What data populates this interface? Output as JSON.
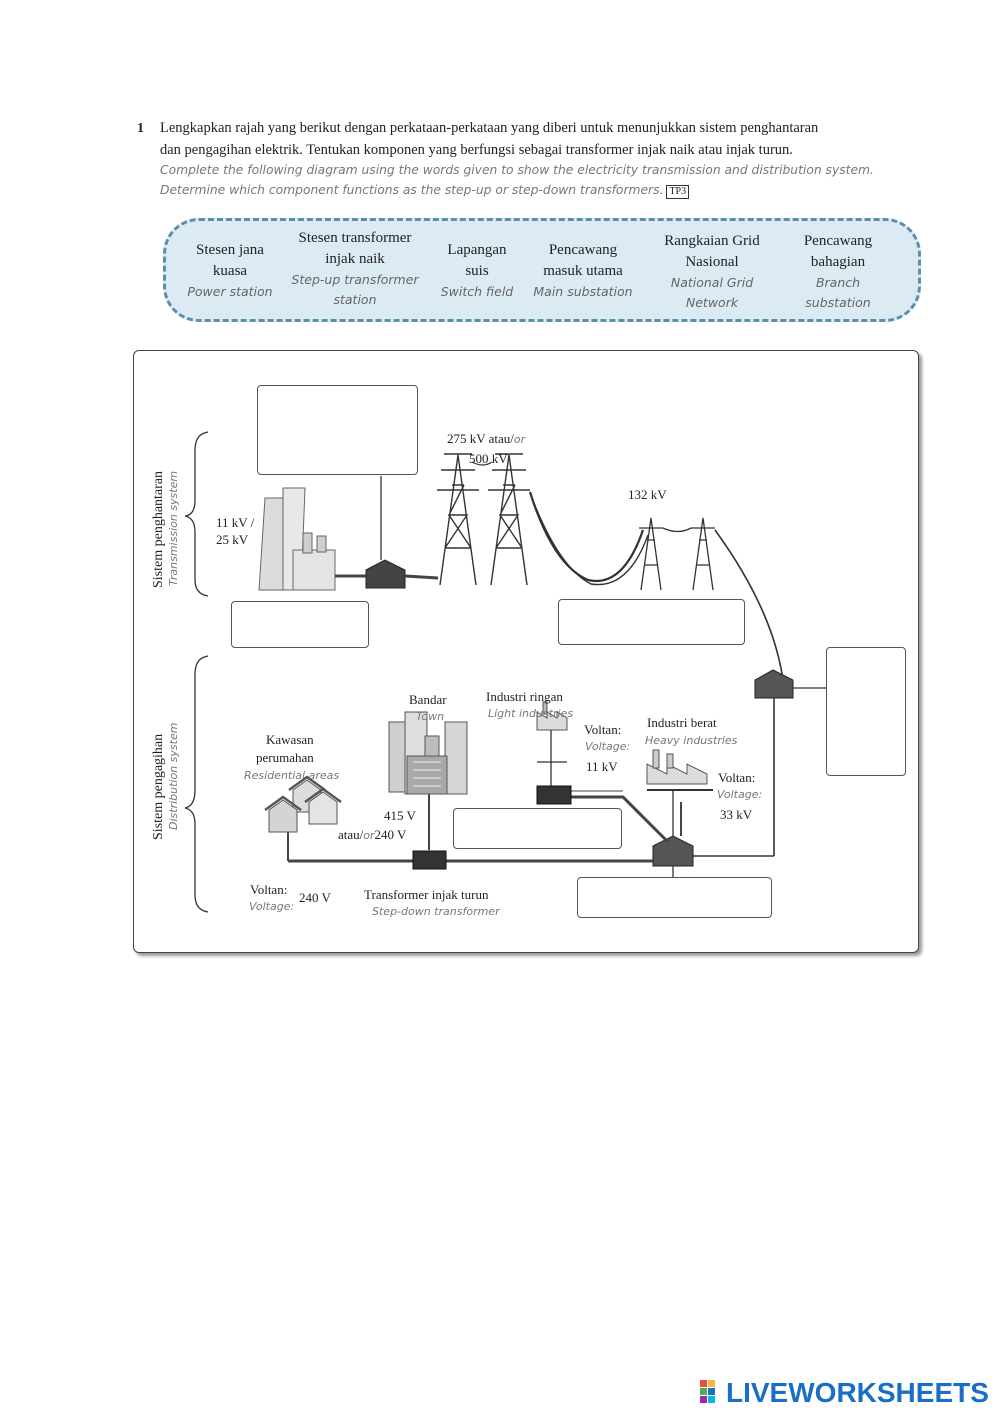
{
  "question": {
    "number": "1",
    "ms_line1": "Lengkapkan rajah yang berikut dengan perkataan-perkataan yang diberi untuk menunjukkan sistem penghantaran",
    "ms_line2": "dan pengagihan elektrik. Tentukan komponen yang berfungsi sebagai transformer injak naik atau injak turun.",
    "en_line1": "Complete the following diagram using the words given to show the electricity transmission and distribution system.",
    "en_line2": "Determine which component functions as the step-up or step-down transformers.",
    "tag": "TP3"
  },
  "word_bank": [
    {
      "ms1": "Stesen jana",
      "ms2": "kuasa",
      "en1": "Power station",
      "en2": ""
    },
    {
      "ms1": "Stesen transformer",
      "ms2": "injak naik",
      "en1": "Step-up transformer",
      "en2": "station"
    },
    {
      "ms1": "Lapangan",
      "ms2": "suis",
      "en1": "Switch field",
      "en2": ""
    },
    {
      "ms1": "Pencawang",
      "ms2": "masuk utama",
      "en1": "Main substation",
      "en2": ""
    },
    {
      "ms1": "Rangkaian Grid",
      "ms2": "Nasional",
      "en1": "National Grid",
      "en2": "Network"
    },
    {
      "ms1": "Pencawang",
      "ms2": "bahagian",
      "en1": "Branch",
      "en2": "substation"
    }
  ],
  "diagram": {
    "transmission_ms": "Sistem penghantaran",
    "transmission_en": "Transmission system",
    "distribution_ms": "Sistem pengagihan",
    "distribution_en": "Distribution system",
    "v_11_25_a": "11 kV /",
    "v_11_25_b": "25 kV",
    "v_275_a": "275 kV atau/",
    "v_275_or": "or",
    "v_275_b": "500 kV",
    "v_132": "132 kV",
    "town_ms": "Bandar",
    "town_en": "Town",
    "light_ms": "Industri ringan",
    "light_en": "Light industries",
    "heavy_ms": "Industri berat",
    "heavy_en": "Heavy industries",
    "res_ms1": "Kawasan",
    "res_ms2": "perumahan",
    "res_en": "Residential areas",
    "voltan": "Voltan:",
    "voltage": "Voltage:",
    "v_11": "11 kV",
    "v_33": "33 kV",
    "v_415": "415 V",
    "v_atau": "atau/",
    "v_or": "or",
    "v_240": "240 V",
    "v_240_res": "240 V",
    "stepdown_ms": "Transformer injak turun",
    "stepdown_en": "Step-down transformer"
  },
  "answer_boxes": [
    {
      "id": "top",
      "value": ""
    },
    {
      "id": "left",
      "value": ""
    },
    {
      "id": "middle",
      "value": ""
    },
    {
      "id": "right",
      "value": ""
    },
    {
      "id": "center",
      "value": ""
    },
    {
      "id": "bottom",
      "value": ""
    }
  ],
  "branding": {
    "logo": "LIVEWORKSHEETS",
    "accent": "#1a6fc4"
  }
}
